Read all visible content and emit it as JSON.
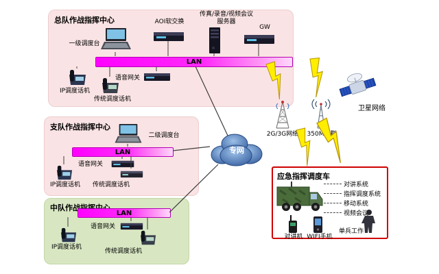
{
  "colors": {
    "lan_bar": "#ff00ff",
    "hq_box_bg": "#fae3e4",
    "detachment_box_bg": "#fae3e4",
    "squadron_box_bg": "#d8e7c2",
    "vehicle_box_border": "#cf0000",
    "cloud_fill": "#4273b1",
    "lightning": "#ffee00"
  },
  "hq": {
    "title": "总队作战指挥中心",
    "console_label": "一级调度台",
    "softswitch_label": "AOI软交换",
    "server_label_line1": "传真/录音/视频会议",
    "server_label_line2": "服务器",
    "gw_label": "GW",
    "lan_label": "LAN",
    "voice_gateway_label": "语音网关",
    "ip_phone_label": "IP调度话机",
    "legacy_phone_label": "传统调度话机"
  },
  "detachment": {
    "title": "支队作战指挥中心",
    "console_label": "二级调度台",
    "lan_label": "LAN",
    "voice_gateway_label": "语音网关",
    "ip_phone_label": "IP调度话机",
    "legacy_phone_label": "传统调度话机"
  },
  "squadron": {
    "title": "中队作战指挥中心",
    "lan_label": "LAN",
    "voice_gateway_label": "语音网关",
    "ip_phone_label": "IP调度话机",
    "legacy_phone_label": "传统调度话机"
  },
  "network": {
    "cloud_label": "专网",
    "cellular_label": "2G/3G网络",
    "trunking_label": "350M集群",
    "satellite_label": "卫星网络"
  },
  "vehicle": {
    "title": "应急指挥调度车",
    "systems": [
      "对讲系统",
      "指挥调度系统",
      "移动系统",
      "视频会议"
    ],
    "radio_label": "对讲机",
    "wifi_phone_label": "WIFI手机",
    "soldier_label": "单兵工作"
  },
  "icons": {
    "dispatch_console": "console-with-screen-icon",
    "rack_device": "network-switch-icon",
    "server_tower": "server-tower-icon",
    "ip_phone": "desk-phone-icon",
    "cloud": "network-cloud-icon",
    "cell_tower": "lattice-tower-icon",
    "antenna_mast": "trunking-antenna-icon",
    "satellite": "satellite-icon",
    "truck": "command-vehicle-icon",
    "walkie_talkie": "handheld-radio-icon",
    "mobile_phone": "smartphone-icon",
    "soldier": "person-icon",
    "lightning": "lightning-bolt",
    "connector": "connector-line"
  }
}
